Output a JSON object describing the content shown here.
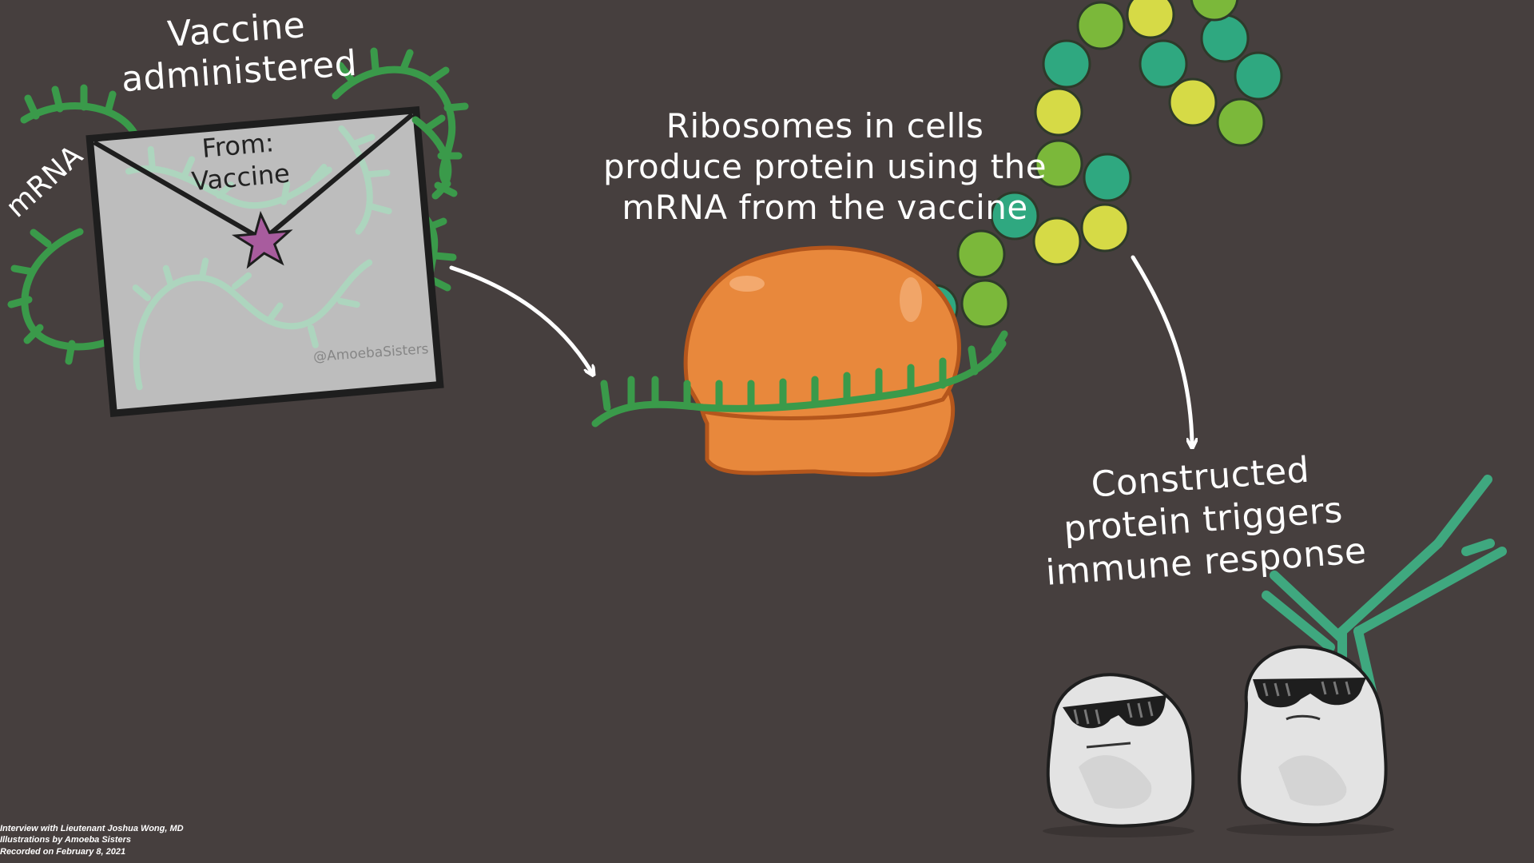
{
  "labels": {
    "vaccine": [
      "Vaccine",
      "administered"
    ],
    "mrna": "mRNA",
    "envelope_from": [
      "From:",
      "Vaccine"
    ],
    "watermark": "@AmoebaSisters",
    "ribosome": [
      "Ribosomes in cells",
      "produce protein using the",
      "mRNA from the vaccine"
    ],
    "immune": [
      "Constructed",
      "protein triggers",
      "immune response"
    ]
  },
  "credits": [
    "Interview with Lieutenant Joshua Wong, MD",
    "Illustrations by Amoeba Sisters",
    "Recorded on February 8, 2021"
  ],
  "colors": {
    "background": "#463f3e",
    "envelope": "#bdbdbd",
    "mrna_strand": "#3a9a4a",
    "ribosome": "#e8883c",
    "star": "#a85c9e",
    "bead_teal": "#2fa880",
    "bead_green": "#7bb83a",
    "bead_yellow": "#d6da46",
    "antibody": "#3fa87f",
    "cell": "#e3e3e3"
  },
  "icons": {
    "envelope": "envelope-icon",
    "star_seal": "star-icon",
    "ribosome": "ribosome-icon",
    "antibody": "antibody-icon",
    "cells": "immune-cell-icon"
  }
}
